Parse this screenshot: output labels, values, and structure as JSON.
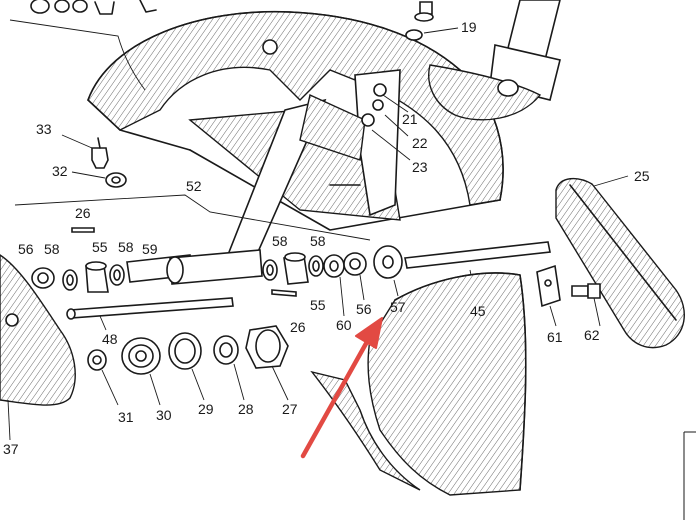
{
  "diagram": {
    "part_labels": {
      "p19": "19",
      "p21": "21",
      "p22": "22",
      "p23": "23",
      "p25": "25",
      "p26a": "26",
      "p26b": "26",
      "p27": "27",
      "p28": "28",
      "p29": "29",
      "p30": "30",
      "p31": "31",
      "p32": "32",
      "p33": "33",
      "p37": "37",
      "p45": "45",
      "p48": "48",
      "p52": "52",
      "p55a": "55",
      "p55b": "55",
      "p56a": "56",
      "p56b": "56",
      "p57": "57",
      "p58a": "58",
      "p58b": "58",
      "p58c": "58",
      "p58d": "58",
      "p59": "59",
      "p60": "60",
      "p61": "61",
      "p62": "62"
    },
    "highlight": {
      "target_part": "57",
      "arrow_color": "#e24a43"
    },
    "colors": {
      "ink": "#1a1a1a",
      "paper": "#ffffff",
      "hatch": "#6b6b6b"
    }
  }
}
